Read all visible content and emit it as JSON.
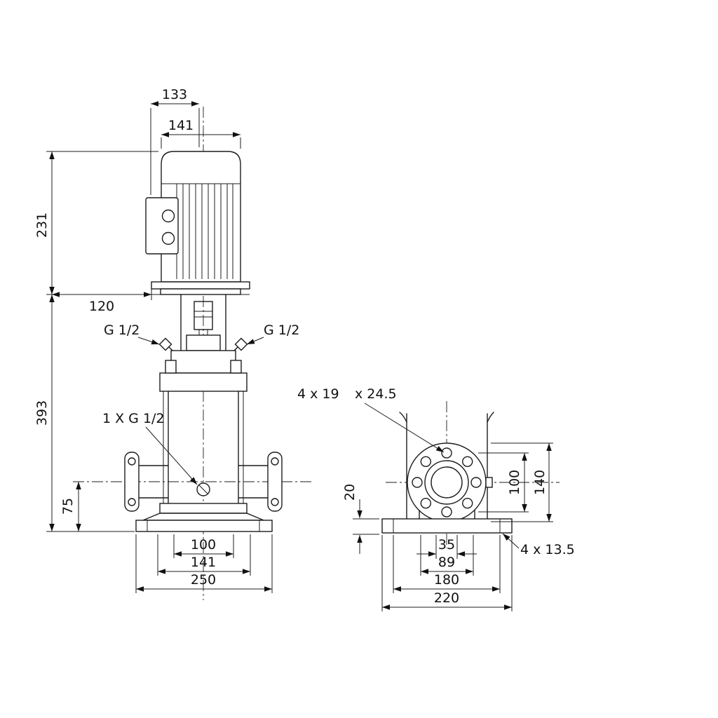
{
  "drawing": {
    "front_view": {
      "d133": "133",
      "d141_top": "141",
      "d231": "231",
      "d120": "120",
      "d393": "393",
      "d75": "75",
      "g12_left": "G 1/2",
      "g12_right": "G 1/2",
      "drain": "1 X G 1/2",
      "d100": "100",
      "d141_bottom": "141",
      "d250": "250"
    },
    "side_view": {
      "holes_a": "4 x 19",
      "holes_b": "x 24.5",
      "d20": "20",
      "d100": "100",
      "d140": "140",
      "d35": "35",
      "d89": "89",
      "d180": "180",
      "d220": "220",
      "base_holes": "4  x 13.5"
    }
  }
}
